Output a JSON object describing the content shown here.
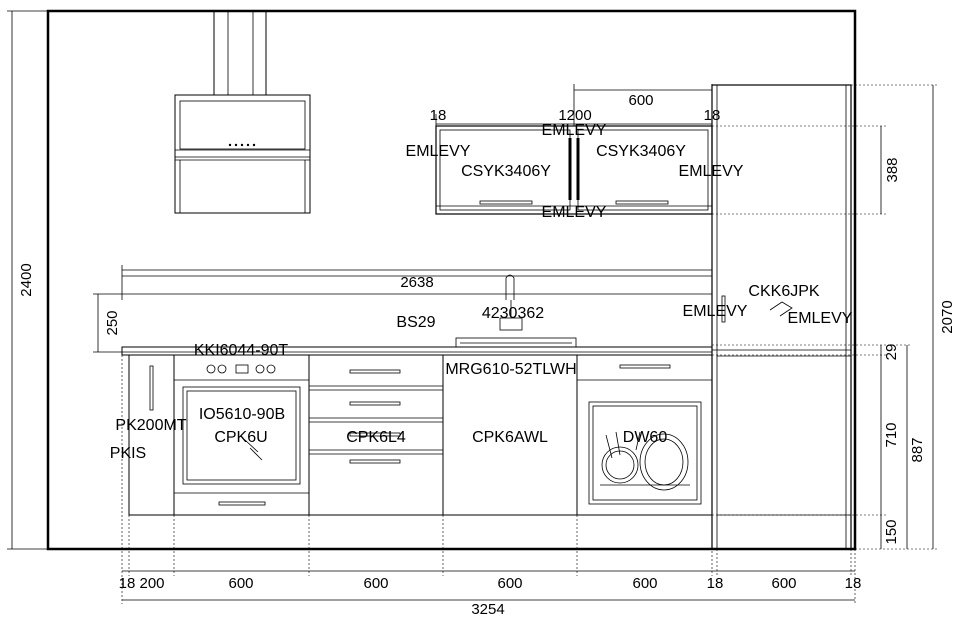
{
  "labels": {
    "upper_cab_left": "CSYK3406Y",
    "upper_cab_right": "CSYK3406Y",
    "emlevy_upper_top": "EMLEVY",
    "emlevy_upper_bottom": "EMLEVY",
    "emlevy_upper_left": "EMLEVY",
    "emlevy_upper_right": "EMLEVY",
    "emlevy_tall_left": "EMLEVY",
    "emlevy_tall_right": "EMLEVY",
    "tall_cab": "CKK6JPK",
    "backsplash": "BS29",
    "tap": "4230362",
    "hob": "KKI6044-90T",
    "sink": "MRG610-52TLWH",
    "oven": "IO5610-90B",
    "oven_cab": "CPK6U",
    "drawer_cab": "CPK6L4",
    "door_cab": "CPK6AWL",
    "dishwasher": "DW60",
    "side_cab": "PK200MT",
    "side_panel": "PKIS"
  },
  "dims": {
    "wall_height": "2400",
    "backsplash_height": "250",
    "counter_length": "2638",
    "upper_left_gap": "18",
    "upper_width": "1200",
    "upper_half_width": "600",
    "upper_right_gap": "18",
    "upper_height": "388",
    "tall_height": "2070",
    "worktop_thickness": "29",
    "base_height": "710",
    "base_total": "887",
    "plinth": "150",
    "bottom_left_18": "18",
    "bottom_200": "200",
    "bottom_600_a": "600",
    "bottom_600_b": "600",
    "bottom_600_c": "600",
    "bottom_600_d": "600",
    "bottom_18_mid": "18",
    "bottom_600_e": "600",
    "bottom_18_right": "18",
    "total_width": "3254"
  }
}
